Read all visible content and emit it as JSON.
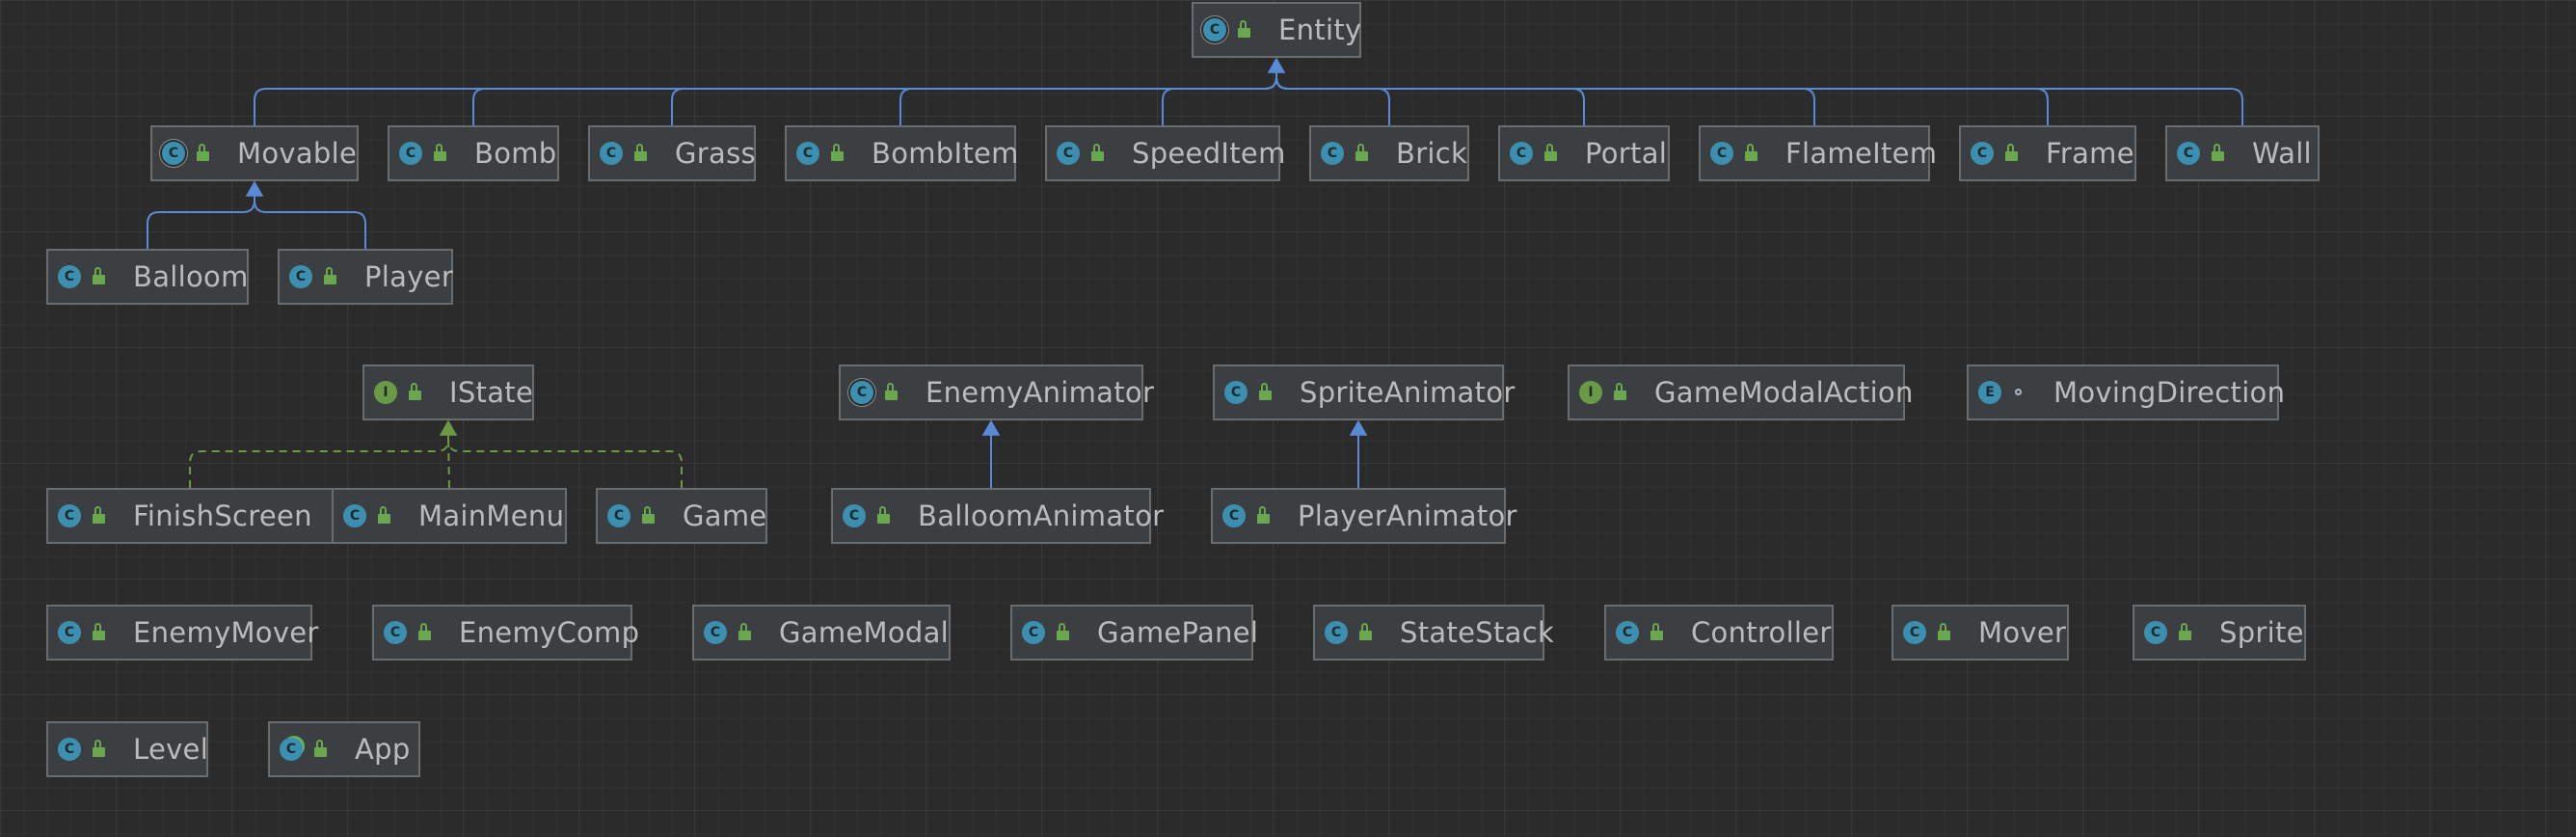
{
  "diagram": {
    "colors": {
      "background": "#2b2b2b",
      "node_fill": "#3c3f41",
      "node_border": "#6a6d70",
      "text": "#bbbbbb",
      "inheritance_edge": "#5a8ad6",
      "realization_edge": "#6a9a45",
      "class_icon": "#3d8fb0",
      "interface_icon": "#6a9a45",
      "access_lock": "#6aa84f"
    },
    "nodes": [
      {
        "id": "Entity",
        "label": "Entity",
        "kind": "abstract",
        "icon_letter": "C",
        "access": "public"
      },
      {
        "id": "Movable",
        "label": "Movable",
        "kind": "abstract",
        "icon_letter": "C",
        "access": "public"
      },
      {
        "id": "Bomb",
        "label": "Bomb",
        "kind": "class",
        "icon_letter": "C",
        "access": "public"
      },
      {
        "id": "Grass",
        "label": "Grass",
        "kind": "class",
        "icon_letter": "C",
        "access": "public"
      },
      {
        "id": "BombItem",
        "label": "BombItem",
        "kind": "class",
        "icon_letter": "C",
        "access": "public"
      },
      {
        "id": "SpeedItem",
        "label": "SpeedItem",
        "kind": "class",
        "icon_letter": "C",
        "access": "public"
      },
      {
        "id": "Brick",
        "label": "Brick",
        "kind": "class",
        "icon_letter": "C",
        "access": "public"
      },
      {
        "id": "Portal",
        "label": "Portal",
        "kind": "class",
        "icon_letter": "C",
        "access": "public"
      },
      {
        "id": "FlameItem",
        "label": "FlameItem",
        "kind": "class",
        "icon_letter": "C",
        "access": "public"
      },
      {
        "id": "Frame",
        "label": "Frame",
        "kind": "class",
        "icon_letter": "C",
        "access": "public"
      },
      {
        "id": "Wall",
        "label": "Wall",
        "kind": "class",
        "icon_letter": "C",
        "access": "public"
      },
      {
        "id": "Balloom",
        "label": "Balloom",
        "kind": "class",
        "icon_letter": "C",
        "access": "public"
      },
      {
        "id": "Player",
        "label": "Player",
        "kind": "class",
        "icon_letter": "C",
        "access": "public"
      },
      {
        "id": "IState",
        "label": "IState",
        "kind": "interface",
        "icon_letter": "I",
        "access": "public"
      },
      {
        "id": "EnemyAnimator",
        "label": "EnemyAnimator",
        "kind": "abstract",
        "icon_letter": "C",
        "access": "public"
      },
      {
        "id": "SpriteAnimator",
        "label": "SpriteAnimator",
        "kind": "class",
        "icon_letter": "C",
        "access": "public"
      },
      {
        "id": "GameModalAction",
        "label": "GameModalAction",
        "kind": "interface",
        "icon_letter": "I",
        "access": "public"
      },
      {
        "id": "MovingDirection",
        "label": "MovingDirection",
        "kind": "enum",
        "icon_letter": "E",
        "access": "package"
      },
      {
        "id": "FinishScreen",
        "label": "FinishScreen",
        "kind": "class",
        "icon_letter": "C",
        "access": "public"
      },
      {
        "id": "MainMenu",
        "label": "MainMenu",
        "kind": "class",
        "icon_letter": "C",
        "access": "public"
      },
      {
        "id": "Game",
        "label": "Game",
        "kind": "class",
        "icon_letter": "C",
        "access": "public"
      },
      {
        "id": "BalloomAnimator",
        "label": "BalloomAnimator",
        "kind": "class",
        "icon_letter": "C",
        "access": "public"
      },
      {
        "id": "PlayerAnimator",
        "label": "PlayerAnimator",
        "kind": "class",
        "icon_letter": "C",
        "access": "public"
      },
      {
        "id": "EnemyMover",
        "label": "EnemyMover",
        "kind": "class",
        "icon_letter": "C",
        "access": "public"
      },
      {
        "id": "EnemyComp",
        "label": "EnemyComp",
        "kind": "class",
        "icon_letter": "C",
        "access": "public"
      },
      {
        "id": "GameModal",
        "label": "GameModal",
        "kind": "class",
        "icon_letter": "C",
        "access": "public"
      },
      {
        "id": "GamePanel",
        "label": "GamePanel",
        "kind": "class",
        "icon_letter": "C",
        "access": "public"
      },
      {
        "id": "StateStack",
        "label": "StateStack",
        "kind": "class",
        "icon_letter": "C",
        "access": "public"
      },
      {
        "id": "Controller",
        "label": "Controller",
        "kind": "class",
        "icon_letter": "C",
        "access": "public"
      },
      {
        "id": "Mover",
        "label": "Mover",
        "kind": "class",
        "icon_letter": "C",
        "access": "public"
      },
      {
        "id": "Sprite",
        "label": "Sprite",
        "kind": "class",
        "icon_letter": "C",
        "access": "public"
      },
      {
        "id": "Level",
        "label": "Level",
        "kind": "class",
        "icon_letter": "C",
        "access": "public"
      },
      {
        "id": "App",
        "label": "App",
        "kind": "main",
        "icon_letter": "C",
        "access": "public"
      }
    ],
    "edges": [
      {
        "from": "Movable",
        "to": "Entity",
        "type": "extends"
      },
      {
        "from": "Bomb",
        "to": "Entity",
        "type": "extends"
      },
      {
        "from": "Grass",
        "to": "Entity",
        "type": "extends"
      },
      {
        "from": "BombItem",
        "to": "Entity",
        "type": "extends"
      },
      {
        "from": "SpeedItem",
        "to": "Entity",
        "type": "extends"
      },
      {
        "from": "Brick",
        "to": "Entity",
        "type": "extends"
      },
      {
        "from": "Portal",
        "to": "Entity",
        "type": "extends"
      },
      {
        "from": "FlameItem",
        "to": "Entity",
        "type": "extends"
      },
      {
        "from": "Frame",
        "to": "Entity",
        "type": "extends"
      },
      {
        "from": "Wall",
        "to": "Entity",
        "type": "extends"
      },
      {
        "from": "Balloom",
        "to": "Movable",
        "type": "extends"
      },
      {
        "from": "Player",
        "to": "Movable",
        "type": "extends"
      },
      {
        "from": "FinishScreen",
        "to": "IState",
        "type": "implements"
      },
      {
        "from": "MainMenu",
        "to": "IState",
        "type": "implements"
      },
      {
        "from": "Game",
        "to": "IState",
        "type": "implements"
      },
      {
        "from": "BalloomAnimator",
        "to": "EnemyAnimator",
        "type": "extends"
      },
      {
        "from": "PlayerAnimator",
        "to": "SpriteAnimator",
        "type": "extends"
      }
    ]
  }
}
